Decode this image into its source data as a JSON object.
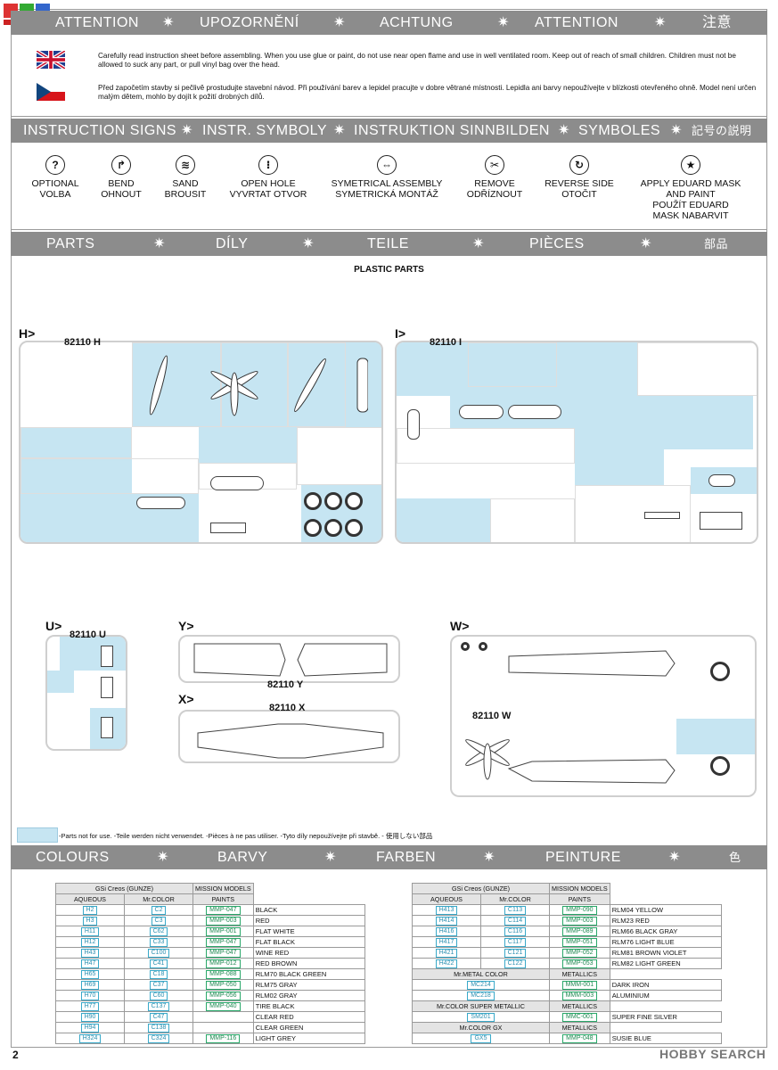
{
  "bands": {
    "attention": [
      "ATTENTION",
      "UPOZORNĚNÍ",
      "ACHTUNG",
      "ATTENTION",
      "注意"
    ],
    "signs": [
      "INSTRUCTION SIGNS",
      "INSTR. SYMBOLY",
      "INSTRUKTION  SINNBILDEN",
      "SYMBOLES",
      "記号の説明"
    ],
    "parts": [
      "PARTS",
      "DÍLY",
      "TEILE",
      "PIÈCES",
      "部品"
    ],
    "colours": [
      "COLOURS",
      "BARVY",
      "FARBEN",
      "PEINTURE",
      "色"
    ],
    "star": "✷"
  },
  "warnings": {
    "english": "Carefully read instruction sheet before assembling. When you use glue or paint, do not use near open flame and use in well ventilated room. Keep out of reach of small children. Children must not be allowed to suck any part, or pull vinyl bag over the head.",
    "czech": "Před započetím stavby si pečlivě prostudujte stavební návod. Při používání barev a lepidel pracujte v dobre větrané místnosti. Lepidla ani barvy nepoužívejte v blízkosti otevřeného ohně. Model není určen malým dětem, mohlo by dojít k požití drobných dílů."
  },
  "signs": [
    {
      "icon": "question-icon",
      "glyph": "?",
      "label1": "OPTIONAL",
      "label2": "VOLBA",
      "label3": ""
    },
    {
      "icon": "bend-icon",
      "glyph": "↱",
      "label1": "BEND",
      "label2": "OHNOUT",
      "label3": ""
    },
    {
      "icon": "sand-icon",
      "glyph": "≋",
      "label1": "SAND",
      "label2": "BROUSIT",
      "label3": ""
    },
    {
      "icon": "drill-icon",
      "glyph": "⁝",
      "label1": "OPEN HOLE",
      "label2": "VYVRTAT OTVOR",
      "label3": ""
    },
    {
      "icon": "symmetric-icon",
      "glyph": "⇔",
      "label1": "SYMETRICAL ASSEMBLY",
      "label2": "SYMETRICKÁ MONTÁŽ",
      "label3": ""
    },
    {
      "icon": "remove-icon",
      "glyph": "✂",
      "label1": "REMOVE",
      "label2": "ODŘÍZNOUT",
      "label3": ""
    },
    {
      "icon": "reverse-icon",
      "glyph": "↻",
      "label1": "REVERSE SIDE",
      "label2": "OTOČIT",
      "label3": ""
    },
    {
      "icon": "mask-icon",
      "glyph": "★",
      "label1": "APPLY EDUARD MASK",
      "label2": "AND PAINT",
      "label3": "POUŽÍT EDUARD MASK NABARVIT"
    }
  ],
  "plastic_parts_title": "PLASTIC PARTS",
  "sprues": {
    "H": {
      "letter": "H>",
      "code": "82110 H"
    },
    "I": {
      "letter": "I>",
      "code": "82110 I"
    },
    "U": {
      "letter": "U>",
      "code": "82110 U"
    },
    "Y": {
      "letter": "Y>",
      "code": "82110 Y"
    },
    "X": {
      "letter": "X>",
      "code": "82110 X"
    },
    "W": {
      "letter": "W>",
      "code": "82110 W"
    }
  },
  "legend_text": "-Parts not for use. -Teile werden nicht verwendet. -Pièces à ne pas utiliser. -Tyto díly nepoužívejte při stavbě. -  使用しない部品",
  "colour_table": {
    "header_group": "GSi Creos (GUNZE)",
    "header_mission": "MISSION MODELS",
    "col_aqueous": "AQUEOUS",
    "col_mrcolor": "Mr.COLOR",
    "col_paints": "PAINTS",
    "left_rows": [
      [
        "H2",
        "C2",
        "MMP-047",
        "BLACK"
      ],
      [
        "H3",
        "C3",
        "MMP-003",
        "RED"
      ],
      [
        "H11",
        "C62",
        "MMP-001",
        "FLAT WHITE"
      ],
      [
        "H12",
        "C33",
        "MMP-047",
        "FLAT BLACK"
      ],
      [
        "H43",
        "C100",
        "MMP-047",
        "WINE RED"
      ],
      [
        "H47",
        "C41",
        "MMP-012",
        "RED BROWN"
      ],
      [
        "H65",
        "C18",
        "MMP-088",
        "RLM70 BLACK GREEN"
      ],
      [
        "H69",
        "C37",
        "MMP-050",
        "RLM75  GRAY"
      ],
      [
        "H70",
        "C60",
        "MMP-056",
        "RLM02 GRAY"
      ],
      [
        "H77",
        "C137",
        "MMP-040",
        "TIRE BLACK"
      ],
      [
        "H90",
        "C47",
        "",
        "CLEAR RED"
      ],
      [
        "H94",
        "C138",
        "",
        "CLEAR GREEN"
      ],
      [
        "H324",
        "C324",
        "MMP-116",
        "LIGHT GREY"
      ]
    ],
    "right_rows": [
      [
        "H413",
        "C113",
        "MMP-090",
        "RLM04 YELLOW"
      ],
      [
        "H414",
        "C114",
        "MMP-003",
        "RLM23 RED"
      ],
      [
        "H416",
        "C116",
        "MMP-089",
        "RLM66 BLACK GRAY"
      ],
      [
        "H417",
        "C117",
        "MMP-051",
        "RLM76 LIGHT BLUE"
      ],
      [
        "H421",
        "C121",
        "MMP-052",
        "RLM81 BROWN VIOLET"
      ],
      [
        "H422",
        "C122",
        "MMP-053",
        "RLM82 LIGHT GREEN"
      ]
    ],
    "metal_header": "Mr.METAL COLOR",
    "metallics": "METALLICS",
    "metal_rows": [
      [
        "MC214",
        "MMM-001",
        "DARK IRON"
      ],
      [
        "MC218",
        "MMM-003",
        "ALUMINIUM"
      ]
    ],
    "super_header": "Mr.COLOR SUPER METALLIC",
    "super_rows": [
      [
        "SM201",
        "MMC-001",
        "SUPER FINE SILVER"
      ]
    ],
    "gx_header": "Mr.COLOR GX",
    "gx_rows": [
      [
        "GX5",
        "MMP-048",
        "SUSIE BLUE"
      ]
    ]
  },
  "page_number": "2",
  "watermark": "HOBBY SEARCH",
  "colors": {
    "band": "#8c8c8c",
    "unused_parts": "#c6e5f2",
    "code_blue": "#2a8fb0",
    "code_green": "#1f8a52"
  }
}
